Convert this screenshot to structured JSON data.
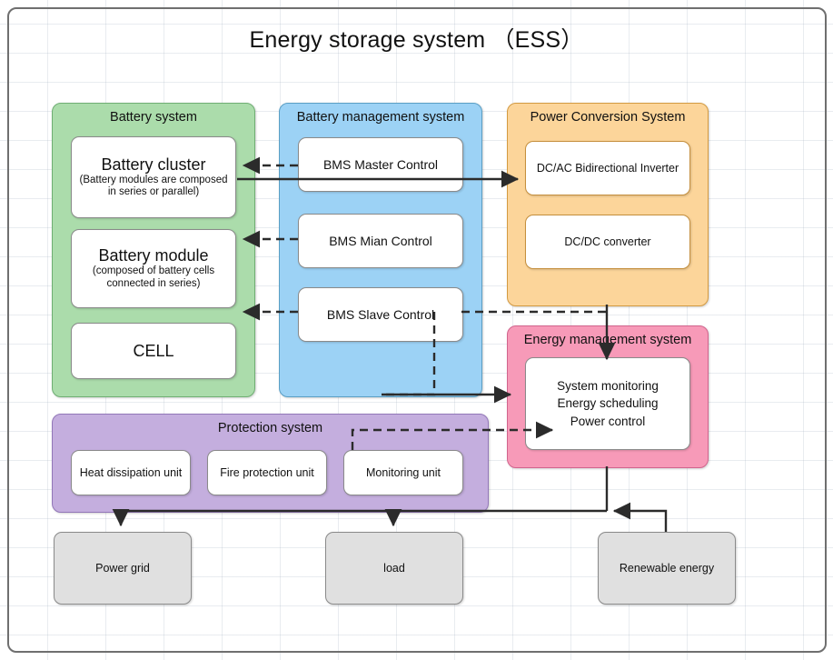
{
  "diagram": {
    "title": "Energy storage system （ESS）",
    "groups": [
      {
        "key": "battery_system",
        "header": "Battery system",
        "color": "#abdcab",
        "border": "#6fae73",
        "cells": [
          {
            "title": "Battery cluster",
            "subtitle": "(Battery modules are composed\nin series or parallel)"
          },
          {
            "title": "Battery module",
            "subtitle": "(composed of battery cells\nconnected in series)"
          },
          {
            "title": "CELL",
            "subtitle": ""
          }
        ]
      },
      {
        "key": "battery_management_system",
        "header": "Battery management system",
        "color": "#9cd2f5",
        "border": "#5a9ec4",
        "cells": [
          {
            "title": "BMS Master Control"
          },
          {
            "title": "BMS Mian Control"
          },
          {
            "title": "BMS Slave Control"
          }
        ]
      },
      {
        "key": "power_conversion_system",
        "header": "Power Conversion System",
        "color": "#fcd59a",
        "border": "#d39a41",
        "cells": [
          {
            "title": "DC/AC Bidirectional Inverter"
          },
          {
            "title": "DC/DC converter"
          }
        ]
      },
      {
        "key": "energy_management_system",
        "header": "Energy management system",
        "color": "#f79ab8",
        "border": "#d1648d",
        "cells": [
          {
            "lines": [
              "System monitoring",
              "Energy scheduling",
              "Power control"
            ]
          }
        ]
      },
      {
        "key": "protection_system",
        "header": "Protection system",
        "color": "#c4aede",
        "border": "#9277b8",
        "cells": [
          {
            "title": "Heat dissipation unit"
          },
          {
            "title": "Fire protection unit"
          },
          {
            "title": "Monitoring unit"
          }
        ]
      }
    ],
    "endpoints": [
      {
        "key": "power_grid",
        "label": "Power grid"
      },
      {
        "key": "load",
        "label": "load"
      },
      {
        "key": "renewable_energy",
        "label": "Renewable energy"
      }
    ],
    "connectors": [
      {
        "key": "bms-master-to-battery-cluster",
        "style": "dashed",
        "direction": "left"
      },
      {
        "key": "bms-main-to-battery-module",
        "style": "dashed",
        "direction": "left"
      },
      {
        "key": "bms-slave-to-cell",
        "style": "dashed",
        "direction": "left"
      },
      {
        "key": "battery-cluster-to-pcs",
        "style": "solid",
        "direction": "right"
      },
      {
        "key": "pcs-to-ems",
        "style": "solid",
        "direction": "down"
      },
      {
        "key": "bms-slave-to-ems",
        "style": "dashed",
        "direction": "right"
      },
      {
        "key": "monitoring-unit-to-ems",
        "style": "dashed",
        "direction": "right"
      },
      {
        "key": "ems-to-power-grid",
        "style": "solid",
        "direction": "down"
      },
      {
        "key": "ems-to-load",
        "style": "solid",
        "direction": "down"
      },
      {
        "key": "renewable-energy-to-ems-bus",
        "style": "solid",
        "direction": "left"
      }
    ]
  }
}
